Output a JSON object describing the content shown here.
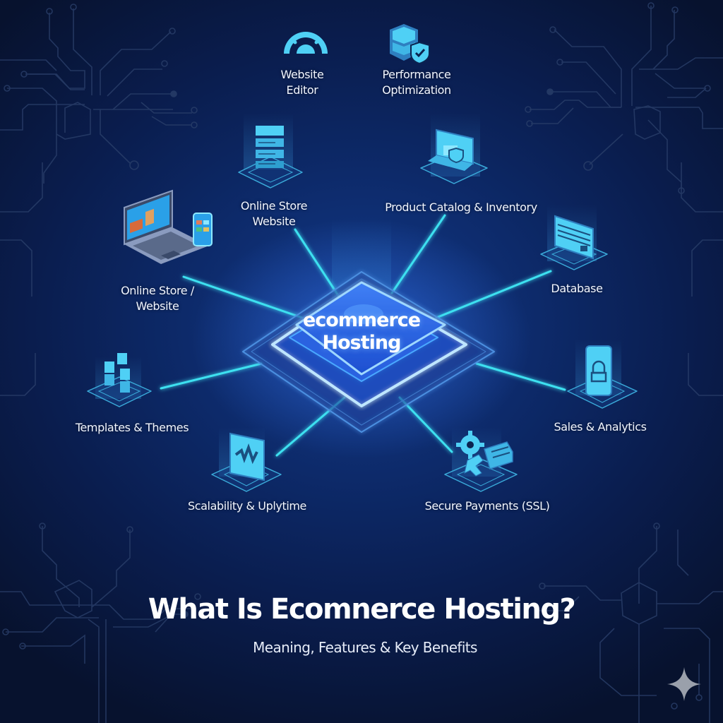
{
  "colors": {
    "background_dark": "#07122e",
    "background_mid": "#0d2a6a",
    "accent_cyan": "#3ee0f0",
    "icon_cyan": "#4fd0f5",
    "hub_blue": "#2f6ff0",
    "hub_glow": "#7fd8ff",
    "circuit_trace": "#2a3f6a",
    "text_white": "#ffffff",
    "sparkle_gray": "#9aa0ab"
  },
  "hub": {
    "line1": "ecommerce",
    "line2": "Hosting"
  },
  "nodes": [
    {
      "id": "website-editor",
      "icon": "speedometer-gauge-icon",
      "line1": "Website",
      "line2": "Editor"
    },
    {
      "id": "performance-optimization",
      "icon": "server-shield-check-icon",
      "line1": "Performance",
      "line2": "Optimization"
    },
    {
      "id": "online-store-website-server",
      "icon": "server-stack-icon",
      "line1": "Online Store",
      "line2": "Website"
    },
    {
      "id": "product-catalog-inventory",
      "icon": "laptop-shield-icon",
      "line1": "Product Catalog & Inventory",
      "line2": ""
    },
    {
      "id": "online-store-website-laptop",
      "icon": "laptop-phone-icon",
      "line1": "Online Store /",
      "line2": "Website"
    },
    {
      "id": "database",
      "icon": "credit-card-panel-icon",
      "line1": "Database",
      "line2": ""
    },
    {
      "id": "templates-themes",
      "icon": "blocks-grid-icon",
      "line1": "Templates & Themes",
      "line2": ""
    },
    {
      "id": "sales-analytics",
      "icon": "phone-lock-icon",
      "line1": "Sales & Analytics",
      "line2": ""
    },
    {
      "id": "scalability-uptime",
      "icon": "waveform-monitor-icon",
      "line1": "Scalability & Uplytime",
      "line2": ""
    },
    {
      "id": "secure-payments-ssl",
      "icon": "gear-wrench-card-icon",
      "line1": "Secure Payments (SSL)",
      "line2": ""
    }
  ],
  "footer": {
    "title": "What Is Ecomnerce Hosting?",
    "subtitle": "Meaning, Features & Key Benefits"
  },
  "watermark": {
    "icon": "four-point-sparkle-icon"
  }
}
